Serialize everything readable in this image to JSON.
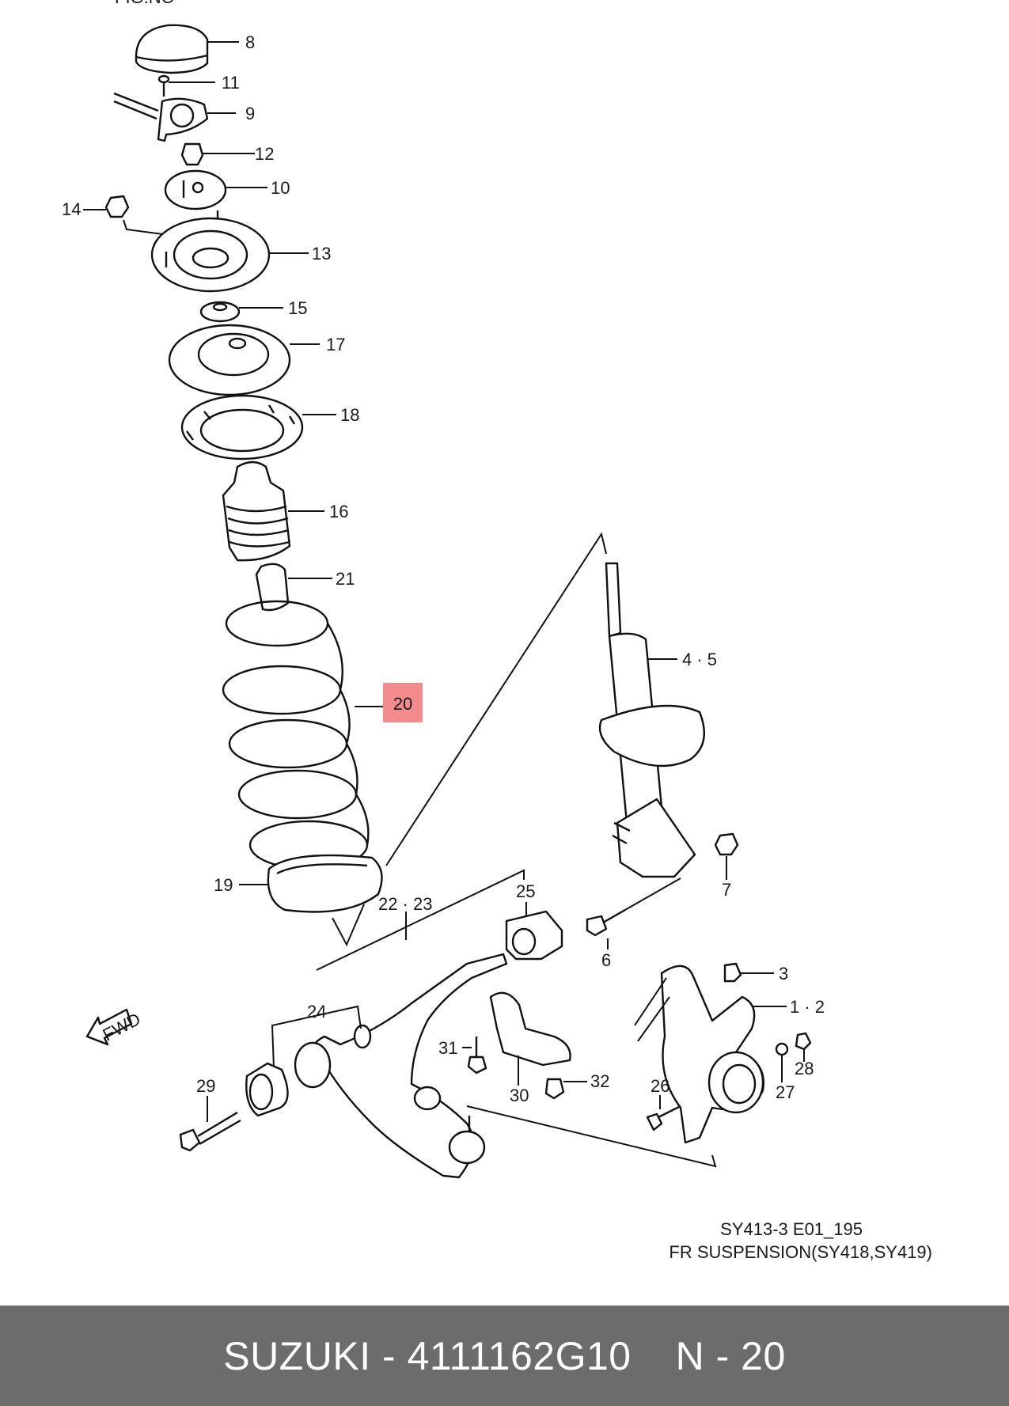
{
  "header_fragment": "FIG.NO",
  "callouts": {
    "c8": "8",
    "c11": "11",
    "c9": "9",
    "c12": "12",
    "c10": "10",
    "c14": "14",
    "c13": "13",
    "c15": "15",
    "c17": "17",
    "c18": "18",
    "c16": "16",
    "c21": "21",
    "c20": "20",
    "c19": "19",
    "c22_23": "22 · 23",
    "c25": "25",
    "c4_5": "4 · 5",
    "c7": "7",
    "c6": "6",
    "c3": "3",
    "c1_2": "1 · 2",
    "c24": "24",
    "c31": "31",
    "c29": "29",
    "c30": "30",
    "c32": "32",
    "c26": "26",
    "c28": "28",
    "c27": "27"
  },
  "fwd_label": "FWD",
  "highlight_color": "#f28b8b",
  "caption": {
    "code": "SY413-3 E01_195",
    "title": "FR SUSPENSION(SY418,SY419)"
  },
  "footer": {
    "brand": "SUZUKI",
    "separator": "-",
    "part_number": "4111162G10",
    "ref": "N - 20"
  }
}
